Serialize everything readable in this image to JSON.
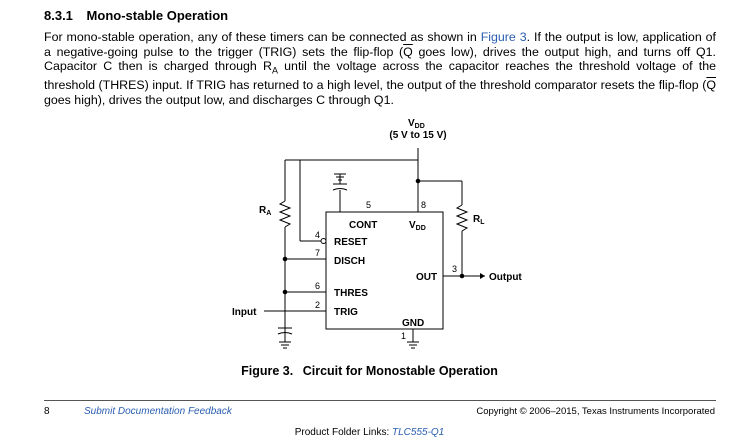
{
  "section": {
    "number": "8.3.1",
    "title": "Mono-stable Operation"
  },
  "paragraph": {
    "part1": "For mono-stable operation, any of these timers can be connected as shown in ",
    "link": "Figure 3",
    "part2": ". If the output is low, application of a negative-going pulse to the trigger (TRIG) sets the flip-flop (",
    "qbar1": "Q",
    "part3": " goes low), drives the output high, and turns off Q1. Capacitor C then is charged through R",
    "sub_a": "A",
    "part4": " until the voltage across the capacitor reaches the threshold voltage of the threshold (THRES) input. If TRIG has returned to a high level, the output of the threshold comparator resets the flip-flop (",
    "qbar2": "Q",
    "part5": " goes high), drives the output low, and discharges C through Q1."
  },
  "circuit": {
    "vdd_label": "V",
    "vdd_sub": "DD",
    "vdd_range": "(5 V to 15 V)",
    "ra_label": "R",
    "ra_sub": "A",
    "rl_label": "R",
    "rl_sub": "L",
    "input_label": "Input",
    "output_label": "Output",
    "pins": {
      "cont": "CONT",
      "reset": "RESET",
      "disch": "DISCH",
      "thres": "THRES",
      "trig": "TRIG",
      "vdd": "V",
      "vdd_sub": "DD",
      "out": "OUT",
      "gnd": "GND"
    },
    "pin_numbers": {
      "p1": "1",
      "p2": "2",
      "p3": "3",
      "p4": "4",
      "p5": "5",
      "p6": "6",
      "p7": "7",
      "p8": "8"
    }
  },
  "figure": {
    "label": "Figure 3.",
    "title": "Circuit for Monostable Operation"
  },
  "footer": {
    "page_number": "8",
    "feedback_link": "Submit Documentation Feedback",
    "copyright": "Copyright © 2006–2015, Texas Instruments Incorporated",
    "product_prefix": "Product Folder Links: ",
    "product_link": "TLC555-Q1"
  }
}
